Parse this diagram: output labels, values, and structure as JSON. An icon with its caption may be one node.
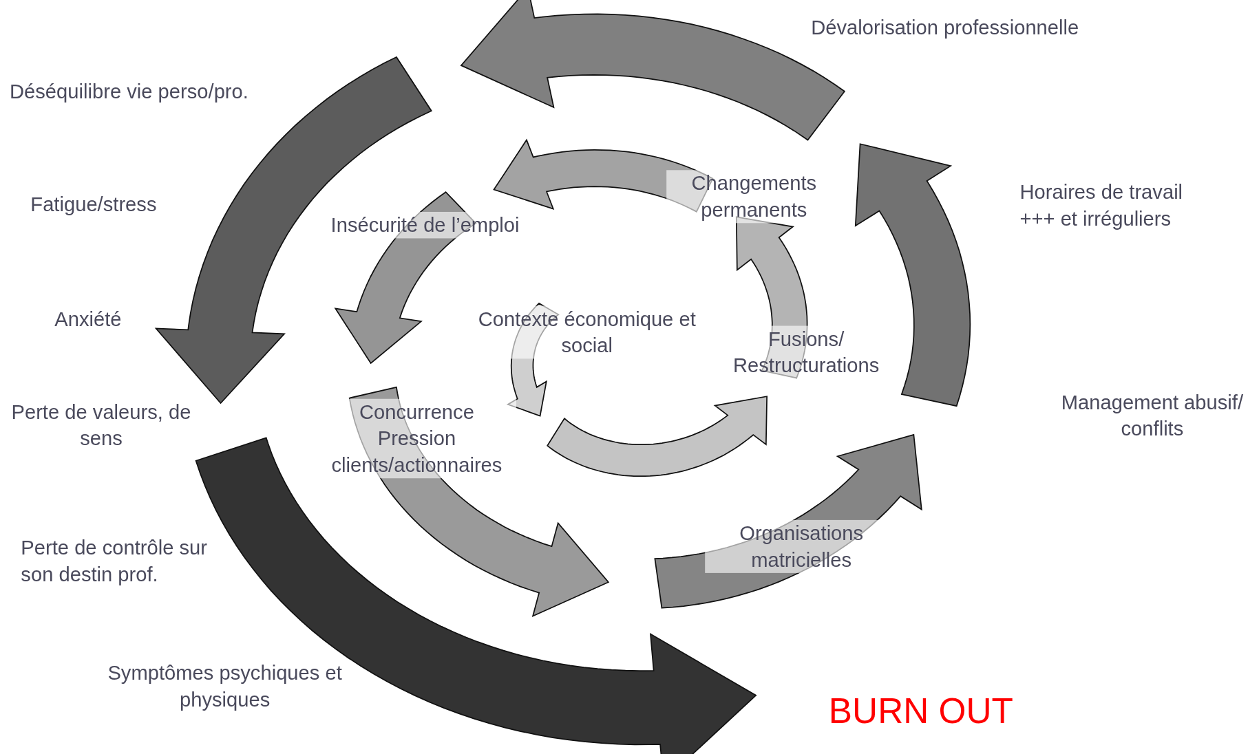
{
  "diagram": {
    "labels": [
      "Dévalorisation professionnelle",
      "Déséquilibre vie perso/pro.",
      "Changements permanents",
      "Horaires de travail +++ et irréguliers",
      "Fatigue/stress",
      "Insécurité de l’emploi",
      "Anxiété",
      "Contexte économique et social",
      "Fusions/ Restructurations",
      "Management abusif/ conflits",
      "Perte de valeurs, de sens",
      "Concurrence Pression clients/actionnaires",
      "Organisations matricielles",
      "Perte de contrôle sur son destin prof.",
      "Symptômes psychiques et physiques",
      "BURN OUT"
    ]
  }
}
